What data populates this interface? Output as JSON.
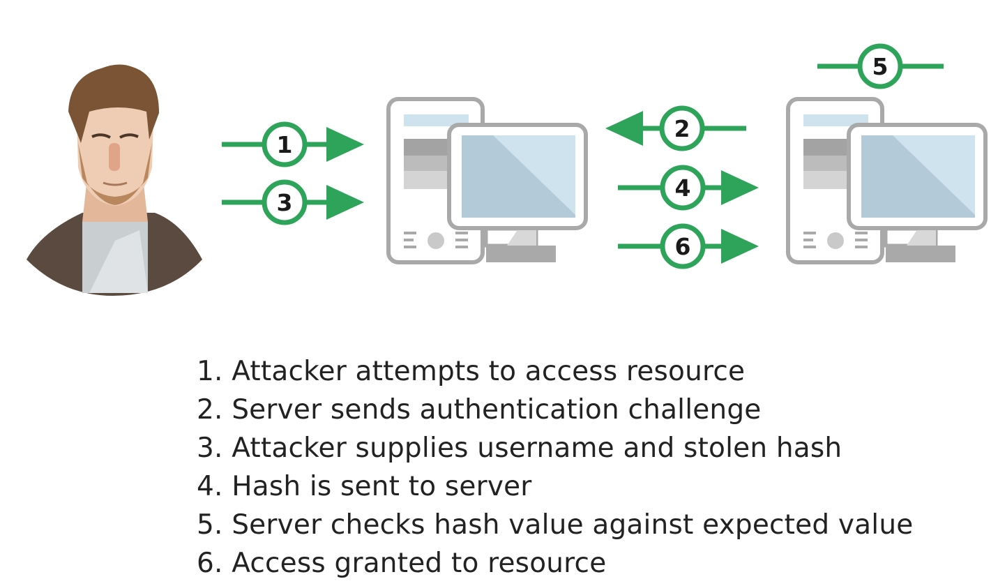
{
  "colors": {
    "accent": "#2ea35a",
    "outline": "#a9a9a9",
    "screen": "#cfe3ef",
    "text": "#222222"
  },
  "icons": {
    "attacker": "attacker-avatar-icon",
    "client": "client-computer-icon",
    "server": "server-computer-icon"
  },
  "flow": {
    "step1": {
      "label": "1",
      "direction": "attacker-to-client"
    },
    "step2": {
      "label": "2",
      "direction": "server-to-client"
    },
    "step3": {
      "label": "3",
      "direction": "attacker-to-client"
    },
    "step4": {
      "label": "4",
      "direction": "client-to-server"
    },
    "step5": {
      "label": "5",
      "direction": "server-internal"
    },
    "step6": {
      "label": "6",
      "direction": "client-to-server"
    }
  },
  "steps": [
    "1. Attacker attempts to access resource",
    "2. Server sends authentication challenge",
    "3. Attacker supplies username and stolen hash",
    "4. Hash is sent to server",
    "5. Server checks hash value against expected value",
    "6. Access granted to resource"
  ]
}
